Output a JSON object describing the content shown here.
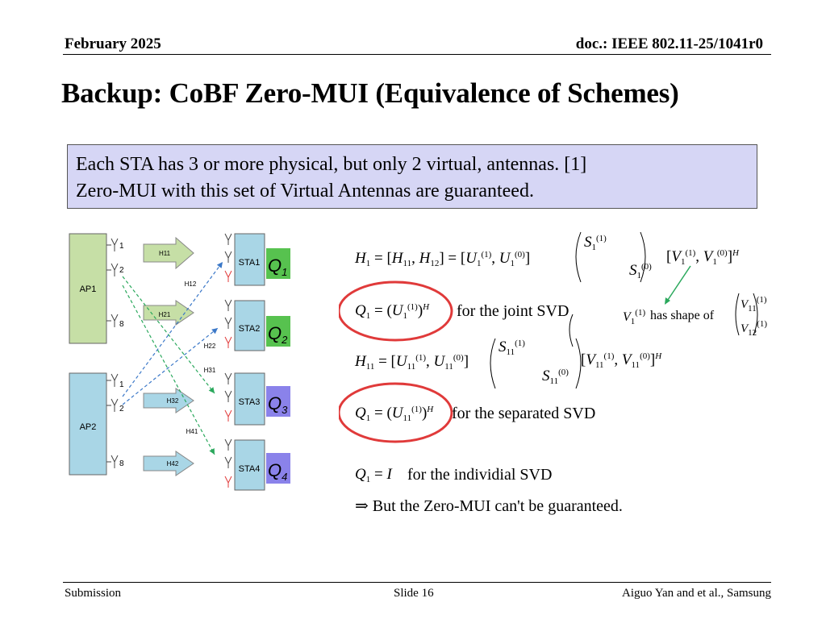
{
  "header": {
    "date": "February 2025",
    "doc_id": "doc.: IEEE 802.11-25/1041r0"
  },
  "title": "Backup: CoBF Zero-MUI (Equivalence of Schemes)",
  "callout": {
    "line1": "Each STA has 3 or more physical, but only 2 virtual, antennas. [1]",
    "line2": "Zero-MUI with this set of Virtual Antennas are guaranteed."
  },
  "diagram": {
    "aps": [
      {
        "label": "AP1",
        "antennas": [
          "1",
          "2",
          "8"
        ]
      },
      {
        "label": "AP2",
        "antennas": [
          "1",
          "2",
          "8"
        ]
      }
    ],
    "stas": [
      {
        "label": "STA1",
        "q": "Q",
        "q_sub": "1"
      },
      {
        "label": "STA2",
        "q": "Q",
        "q_sub": "2"
      },
      {
        "label": "STA3",
        "q": "Q",
        "q_sub": "3"
      },
      {
        "label": "STA4",
        "q": "Q",
        "q_sub": "4"
      }
    ],
    "channel_labels": [
      "H11",
      "H12",
      "H21",
      "H22",
      "H31",
      "H32",
      "H41",
      "H42"
    ],
    "colors": {
      "ap1_fill": "#c6dfa6",
      "ap2_fill": "#a9d6e6",
      "sta_fill": "#a9d6e6",
      "q_green": "#57c24f",
      "q_purple": "#8a82ea",
      "red_circle": "#e03a3a",
      "arrow_green": "#2aa85c",
      "arrow_blue": "#3b78c8"
    }
  },
  "equations": {
    "joint_label": "for the joint SVD",
    "separated_label": "for the separated SVD",
    "individual_label": "for the individial SVD",
    "conclusion": "But the Zero-MUI can't be guaranteed.",
    "shape_note": "has shape of"
  },
  "footer": {
    "left": "Submission",
    "center": "Slide 16",
    "right": "Aiguo Yan and et al., Samsung"
  }
}
